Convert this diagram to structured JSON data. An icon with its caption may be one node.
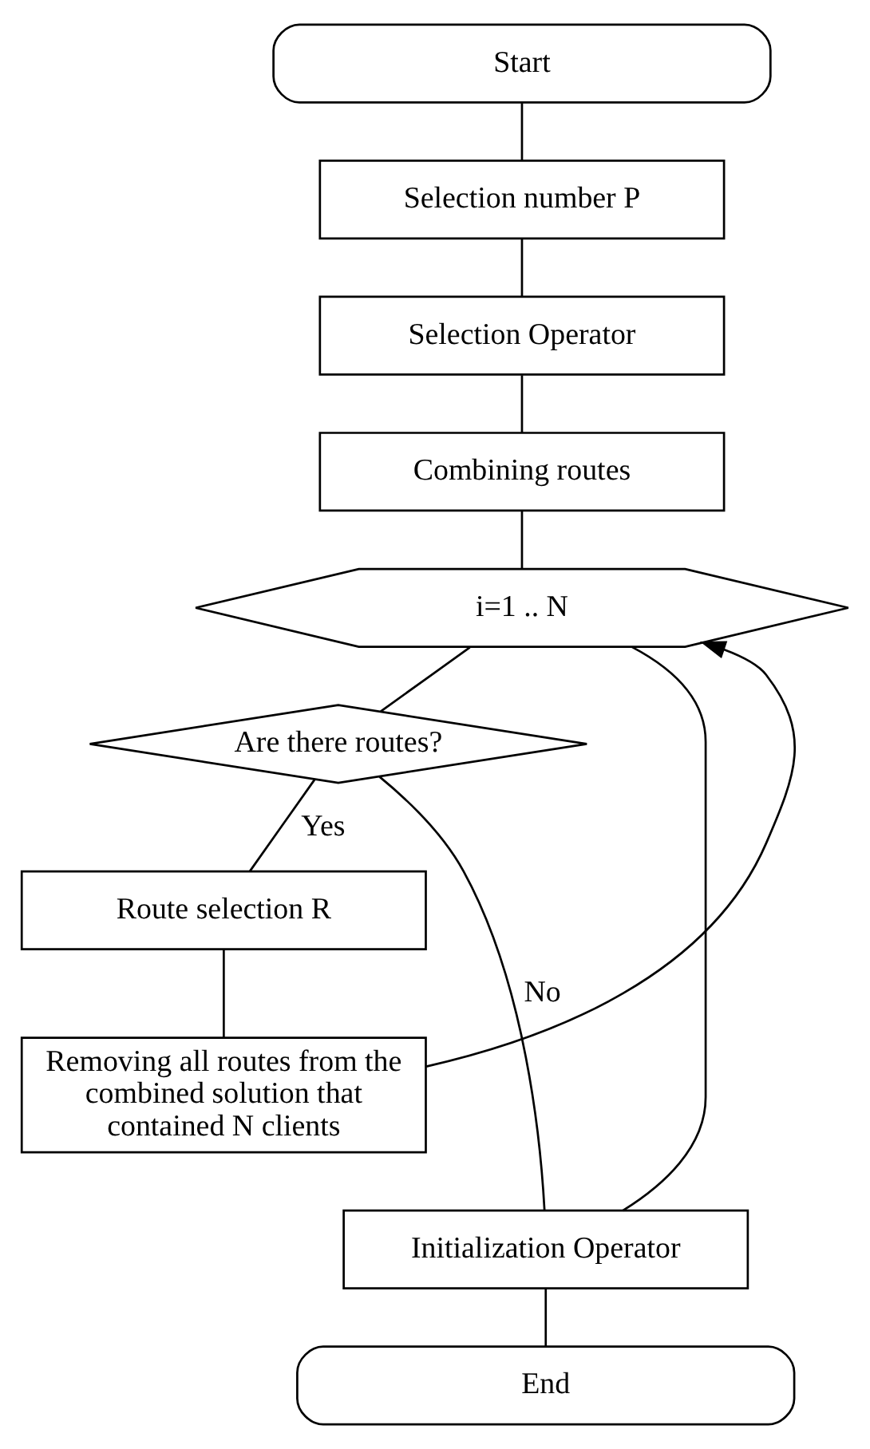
{
  "diagram": {
    "nodes": [
      {
        "text": [
          "Start"
        ]
      },
      {
        "text": [
          "Selection number P"
        ]
      },
      {
        "text": [
          "Selection Operator"
        ]
      },
      {
        "text": [
          "Combining routes"
        ]
      },
      {
        "text": [
          "i=1 .. N"
        ]
      },
      {
        "text": [
          "Are there routes?"
        ]
      },
      {
        "text": [
          "Route selection R"
        ]
      },
      {
        "text": [
          "Removing all routes from the combined solution that contained N clients"
        ]
      },
      {
        "text": [
          "Initialization Operator"
        ]
      },
      {
        "text": [
          "End"
        ]
      }
    ],
    "edges": [
      {
        "from": 0,
        "to": 1,
        "arrow": "none"
      },
      {
        "from": 1,
        "to": 2,
        "arrow": "none"
      },
      {
        "from": 2,
        "to": 3,
        "arrow": "none"
      },
      {
        "from": 3,
        "to": 4,
        "arrow": "none"
      },
      {
        "from": 4,
        "to": 5,
        "arrow": "none"
      },
      {
        "from": 5,
        "to": 6,
        "arrow": "none",
        "label": "Yes"
      },
      {
        "from": 6,
        "to": 7,
        "arrow": "none"
      },
      {
        "from": 7,
        "to": 4,
        "arrow": "to"
      },
      {
        "from": 5,
        "to": 8,
        "arrow": "none",
        "label": "No"
      },
      {
        "from": 4,
        "to": 8,
        "arrow": "none"
      },
      {
        "from": 8,
        "to": 9,
        "arrow": "none"
      }
    ]
  }
}
